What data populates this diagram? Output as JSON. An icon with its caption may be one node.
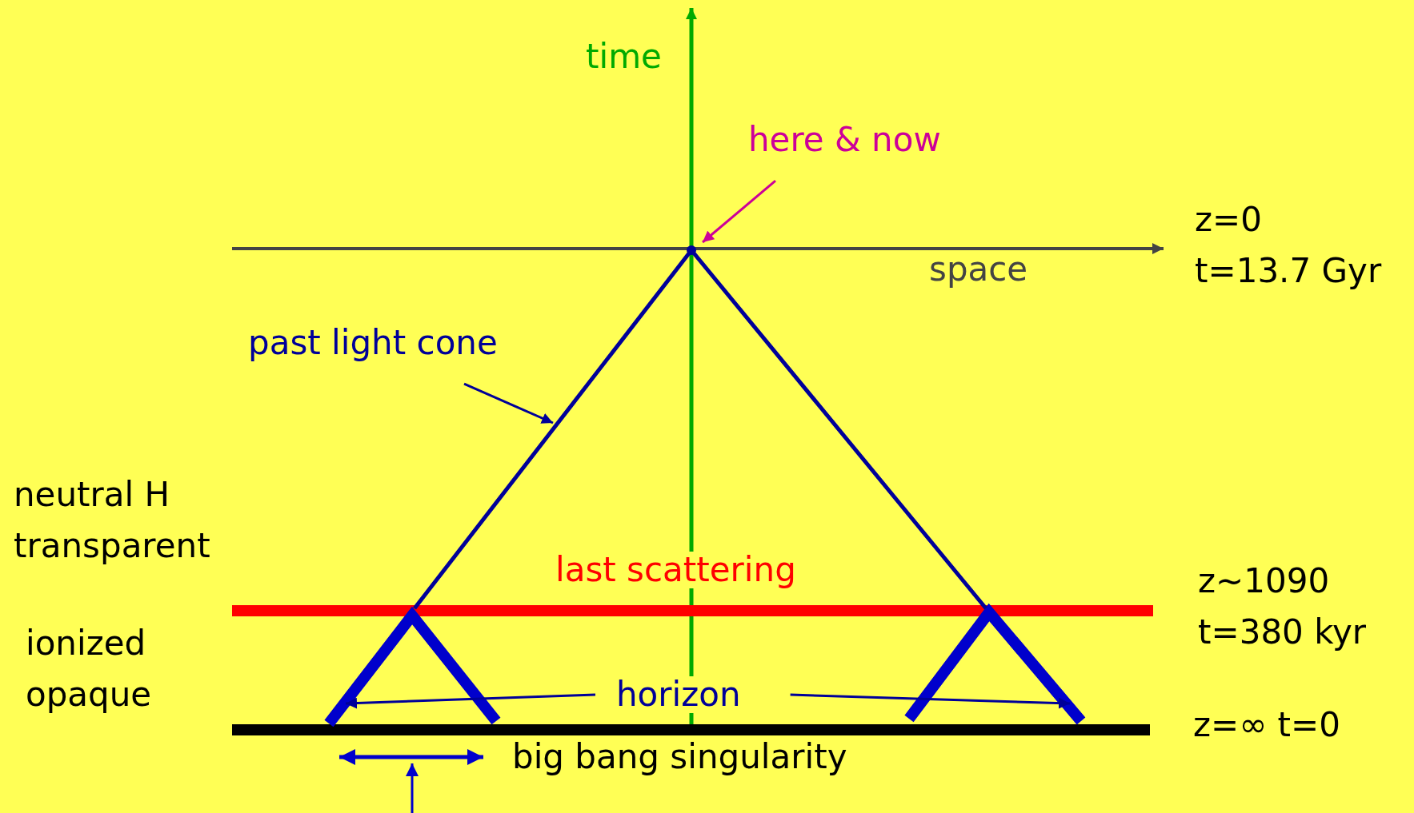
{
  "diagram": {
    "nodes": [
      {
        "text": [
          "here & now"
        ]
      },
      {
        "text": [],
        "shape": "point"
      },
      {
        "text": [
          "past light cone"
        ]
      },
      {
        "text": [],
        "shape": "line"
      },
      {
        "text": [
          "horizon"
        ]
      }
    ],
    "edges": [
      {
        "from": 0,
        "to": 1,
        "arrow": "to",
        "color": "#cc0099"
      },
      {
        "from": 2,
        "to": 3,
        "arrow": "to"
      },
      {
        "from": 4,
        "to": null,
        "arrow": "to"
      },
      {
        "from": 4,
        "to": null,
        "arrow": "to"
      }
    ],
    "labels": [
      "time",
      "z=0",
      "t=13.7 Gyr",
      "space",
      "neutral H",
      "transparent",
      "last scattering",
      "z~1090",
      "t=380 kyr",
      "ionized",
      "opaque",
      "z=∞ t=0",
      "big bang singularity"
    ]
  }
}
